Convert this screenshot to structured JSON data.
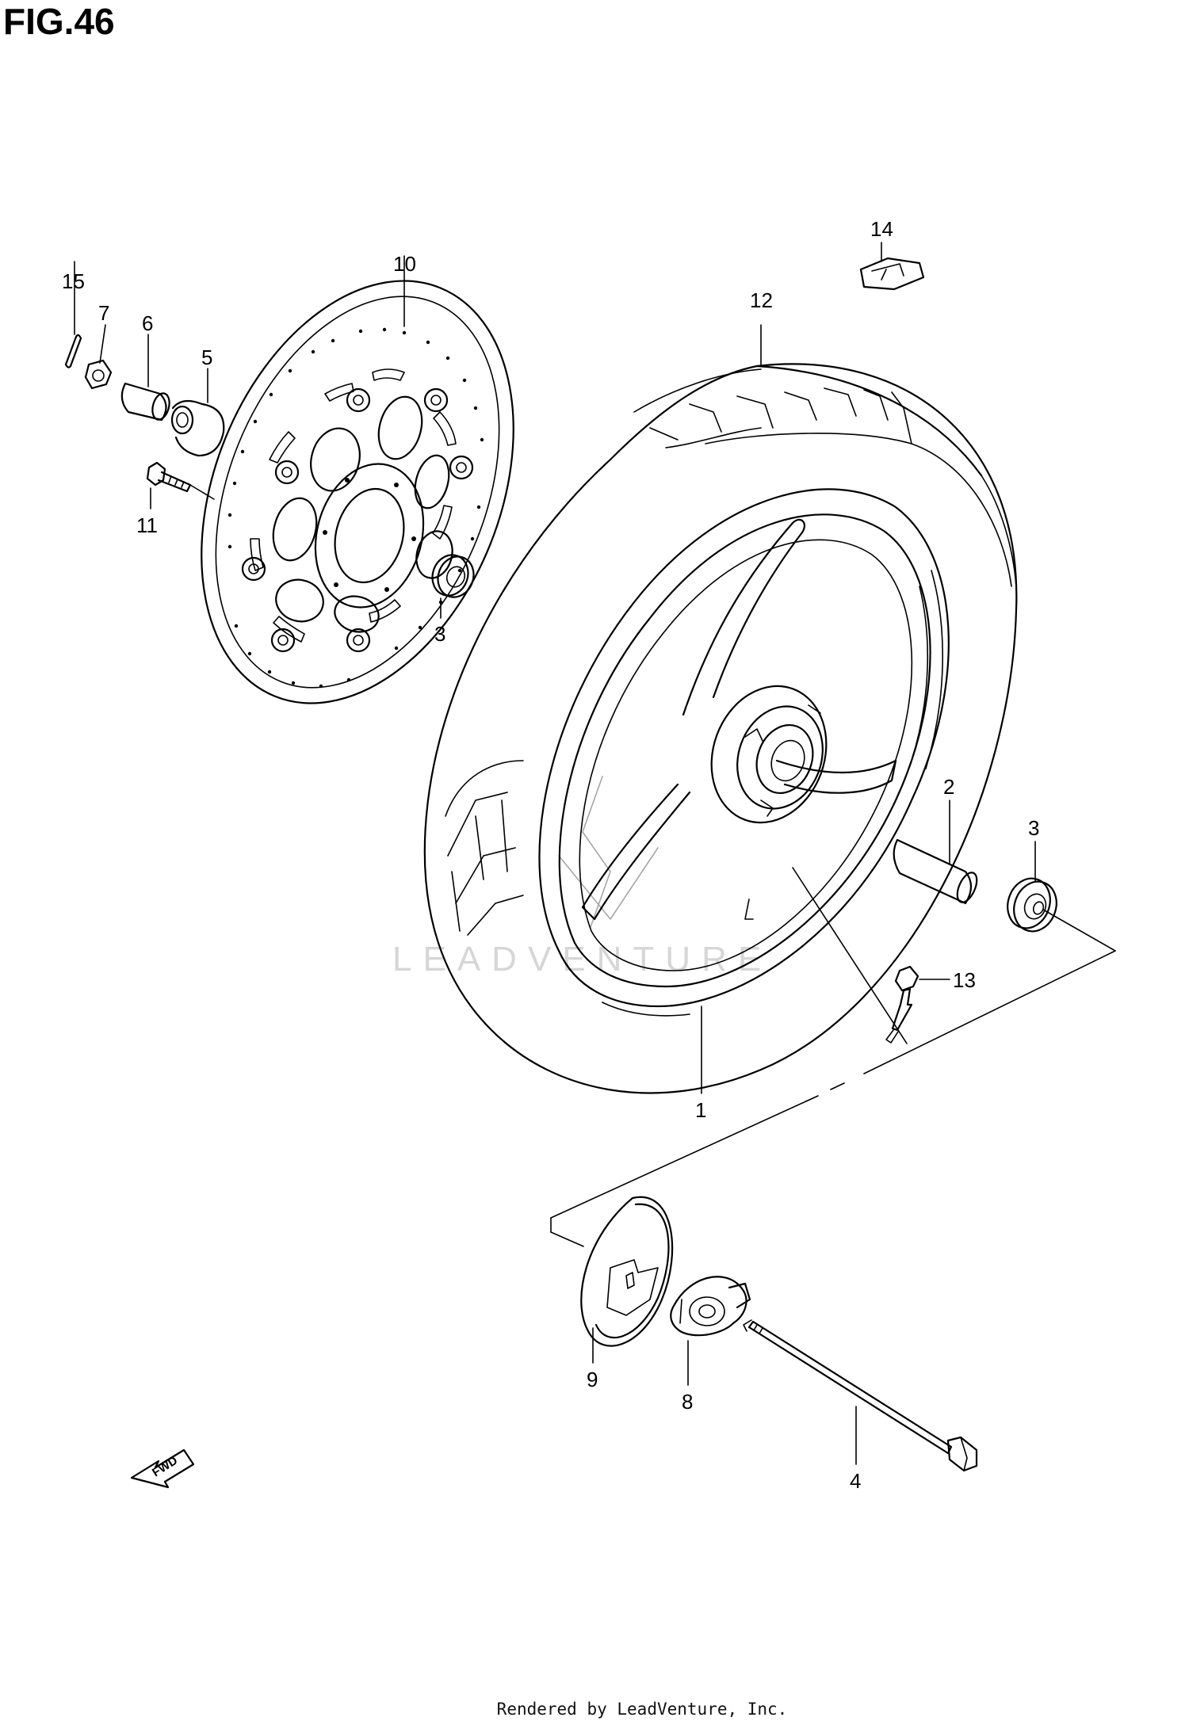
{
  "figure": {
    "title": "FIG.46"
  },
  "callouts": [
    "15",
    "7",
    "6",
    "5",
    "10",
    "11",
    "3",
    "12",
    "14",
    "2",
    "3",
    "13",
    "1",
    "9",
    "8",
    "4"
  ],
  "watermark": "LEADVENTURE",
  "fwd_label": "FWD",
  "footer": "Rendered by LeadVenture, Inc."
}
